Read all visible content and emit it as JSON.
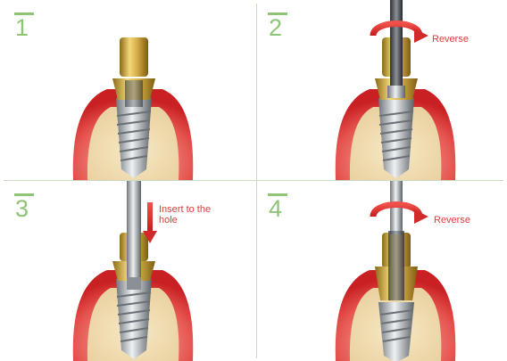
{
  "steps": [
    {
      "number": "1",
      "note": ""
    },
    {
      "number": "2",
      "note": "Reverse"
    },
    {
      "number": "3",
      "note": "Insert to the\nhole"
    },
    {
      "number": "4",
      "note": "Reverse"
    }
  ],
  "colors": {
    "accent_green": "#8fc477",
    "gum_red": "#e23b3b",
    "bone": "#f1ddb4",
    "gold": "#c9a33a",
    "annotation": "#e23b3b"
  }
}
